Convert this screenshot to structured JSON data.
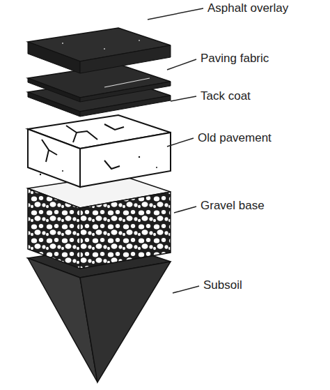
{
  "diagram": {
    "labels": [
      "Asphalt overlay",
      "Paving fabric",
      "Tack coat",
      "Old pavement",
      "Gravel base",
      "Subsoil"
    ]
  }
}
